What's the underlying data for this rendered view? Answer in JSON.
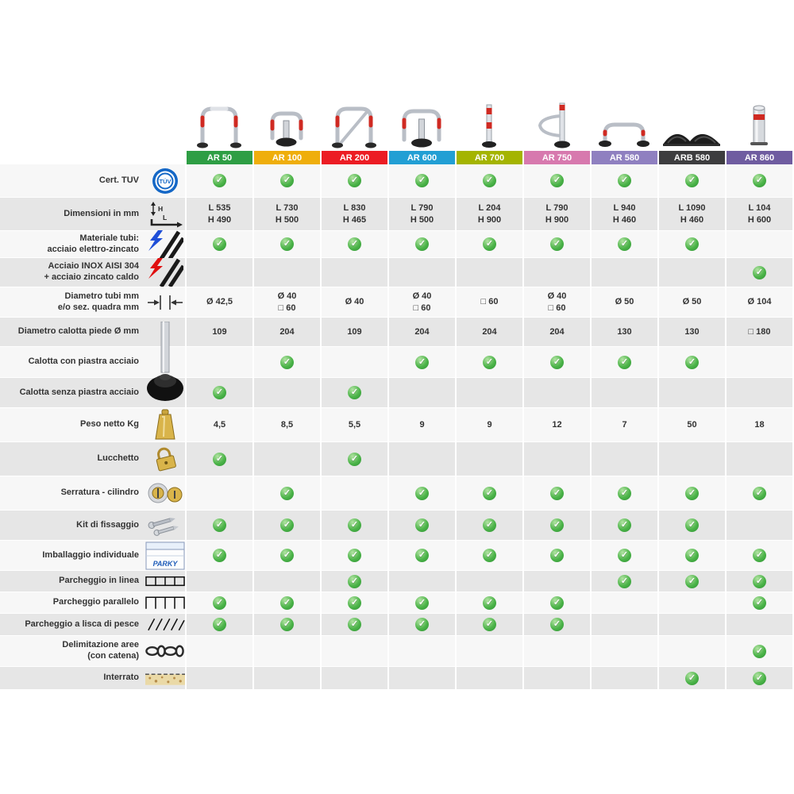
{
  "page": {
    "background": "#ffffff"
  },
  "icons": {
    "check": {
      "name": "check-icon",
      "glyph": "✓",
      "color": "#41AD49"
    }
  },
  "table": {
    "stripe_light": "#f7f7f7",
    "stripe_dark": "#e6e6e6",
    "columns": [
      {
        "id": "ar-50",
        "label": "AR 50",
        "color": "#2E9E44",
        "image": "arch-barrier"
      },
      {
        "id": "ar-100",
        "label": "AR 100",
        "color": "#EFAE0C",
        "image": "folding-arch-barrier"
      },
      {
        "id": "ar-200",
        "label": "AR 200",
        "color": "#EC1C24",
        "image": "cross-arch-barrier"
      },
      {
        "id": "ar-600",
        "label": "AR 600",
        "color": "#229FD4",
        "image": "post-arch-barrier"
      },
      {
        "id": "ar-700",
        "label": "AR 700",
        "color": "#A4B400",
        "image": "post-barrier"
      },
      {
        "id": "ar-750",
        "label": "AR 750",
        "color": "#D779AE",
        "image": "swing-arm-barrier"
      },
      {
        "id": "ar-580",
        "label": "AR 580",
        "color": "#8F80C0",
        "image": "low-hoop-barrier"
      },
      {
        "id": "arb-580",
        "label": "ARB 580",
        "color": "#3D3D3F",
        "image": "ramp-barrier"
      },
      {
        "id": "ar-860",
        "label": "AR 860",
        "color": "#6F5CA0",
        "image": "bollard"
      }
    ],
    "rows": [
      {
        "id": "cert-tuv",
        "label": "Cert. TUV",
        "icon": "tuv-icon",
        "cells": [
          "check",
          "check",
          "check",
          "check",
          "check",
          "check",
          "check",
          "check",
          "check"
        ]
      },
      {
        "id": "dimensioni",
        "label": "Dimensioni in mm",
        "icon": "dimensions-icon",
        "cells": [
          "L 535\nH 490",
          "L 730\nH 500",
          "L 830\nH 465",
          "L 790\nH 500",
          "L 204\nH 900",
          "L 790\nH 900",
          "L 940\nH 460",
          "L 1090\nH 460",
          "L 104\nH 600"
        ]
      },
      {
        "id": "materiale-tubi",
        "label": "Materiale tubi:\nacciaio elettro-zincato",
        "icon": "steel-tubes-blue-icon",
        "cells": [
          "check",
          "check",
          "check",
          "check",
          "check",
          "check",
          "check",
          "check",
          ""
        ]
      },
      {
        "id": "acciaio-inox",
        "label": "Acciaio INOX AISI 304\n+ acciaio zincato caldo",
        "icon": "steel-tubes-red-icon",
        "cells": [
          "",
          "",
          "",
          "",
          "",
          "",
          "",
          "",
          "check"
        ]
      },
      {
        "id": "diametro-tubi",
        "label": "Diametro tubi mm\ne/o sez. quadra mm",
        "icon": "tube-diameter-icon",
        "cells": [
          "Ø 42,5",
          "Ø 40\n□ 60",
          "Ø 40",
          "Ø 40\n□ 60",
          "□ 60",
          "Ø 40\n□ 60",
          "Ø 50",
          "Ø 50",
          "Ø 104"
        ]
      },
      {
        "id": "diametro-calotta",
        "label": "Diametro calotta piede Ø mm",
        "icon": "foot-cap-icon",
        "cells": [
          "109",
          "204",
          "109",
          "204",
          "204",
          "204",
          "130",
          "130",
          "□ 180"
        ]
      },
      {
        "id": "calotta-con-piastra",
        "label": "Calotta con piastra acciaio",
        "icon": "",
        "cells": [
          "",
          "check",
          "",
          "check",
          "check",
          "check",
          "check",
          "check",
          ""
        ]
      },
      {
        "id": "calotta-senza-piastra",
        "label": "Calotta senza piastra acciaio",
        "icon": "",
        "cells": [
          "check",
          "",
          "check",
          "",
          "",
          "",
          "",
          "",
          ""
        ]
      },
      {
        "id": "peso-netto",
        "label": "Peso netto Kg",
        "icon": "weight-icon",
        "cells": [
          "4,5",
          "8,5",
          "5,5",
          "9",
          "9",
          "12",
          "7",
          "50",
          "18"
        ]
      },
      {
        "id": "lucchetto",
        "label": "Lucchetto",
        "icon": "padlock-icon",
        "cells": [
          "check",
          "",
          "check",
          "",
          "",
          "",
          "",
          "",
          ""
        ]
      },
      {
        "id": "serratura-cilindro",
        "label": "Serratura - cilindro",
        "icon": "cylinder-lock-icon",
        "cells": [
          "",
          "check",
          "",
          "check",
          "check",
          "check",
          "check",
          "check",
          "check"
        ]
      },
      {
        "id": "kit-fissaggio",
        "label": "Kit di fissaggio",
        "icon": "fixing-kit-icon",
        "cells": [
          "check",
          "check",
          "check",
          "check",
          "check",
          "check",
          "check",
          "check",
          ""
        ]
      },
      {
        "id": "imballaggio",
        "label": "Imballaggio individuale",
        "icon": "packaging-icon",
        "cells": [
          "check",
          "check",
          "check",
          "check",
          "check",
          "check",
          "check",
          "check",
          "check"
        ]
      },
      {
        "id": "parcheggio-in-linea",
        "label": "Parcheggio in linea",
        "icon": "inline-parking-icon",
        "cells": [
          "",
          "",
          "check",
          "",
          "",
          "",
          "check",
          "check",
          "check"
        ]
      },
      {
        "id": "parcheggio-parallelo",
        "label": "Parcheggio parallelo",
        "icon": "parallel-parking-icon",
        "cells": [
          "check",
          "check",
          "check",
          "check",
          "check",
          "check",
          "",
          "",
          "check"
        ]
      },
      {
        "id": "parcheggio-lisca",
        "label": "Parcheggio a lisca di pesce",
        "icon": "herringbone-parking-icon",
        "cells": [
          "check",
          "check",
          "check",
          "check",
          "check",
          "check",
          "",
          "",
          ""
        ]
      },
      {
        "id": "delimitazione-aree",
        "label": "Delimitazione aree\n(con catena)",
        "icon": "chain-icon",
        "cells": [
          "",
          "",
          "",
          "",
          "",
          "",
          "",
          "",
          "check"
        ]
      },
      {
        "id": "interrato",
        "label": "Interrato",
        "icon": "underground-icon",
        "cells": [
          "",
          "",
          "",
          "",
          "",
          "",
          "",
          "check",
          "check"
        ]
      }
    ]
  }
}
